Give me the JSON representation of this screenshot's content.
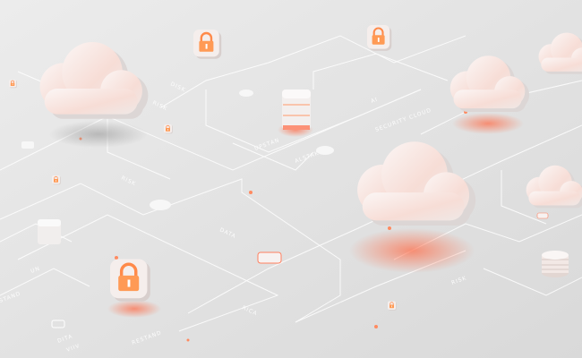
{
  "scene": {
    "labels": [
      "RISK",
      "DATA",
      "RICA",
      "RESTAND",
      "DITA",
      "VIIV",
      "UN",
      "STAND",
      "RISK",
      "ALSTAK",
      "UPSTAN",
      "AI",
      "SECURITY CLOUD",
      "RISK",
      "DISK"
    ]
  },
  "colors": {
    "background": "#e6e6e6",
    "glow": "#ff7a55",
    "line": "#ffffff"
  }
}
